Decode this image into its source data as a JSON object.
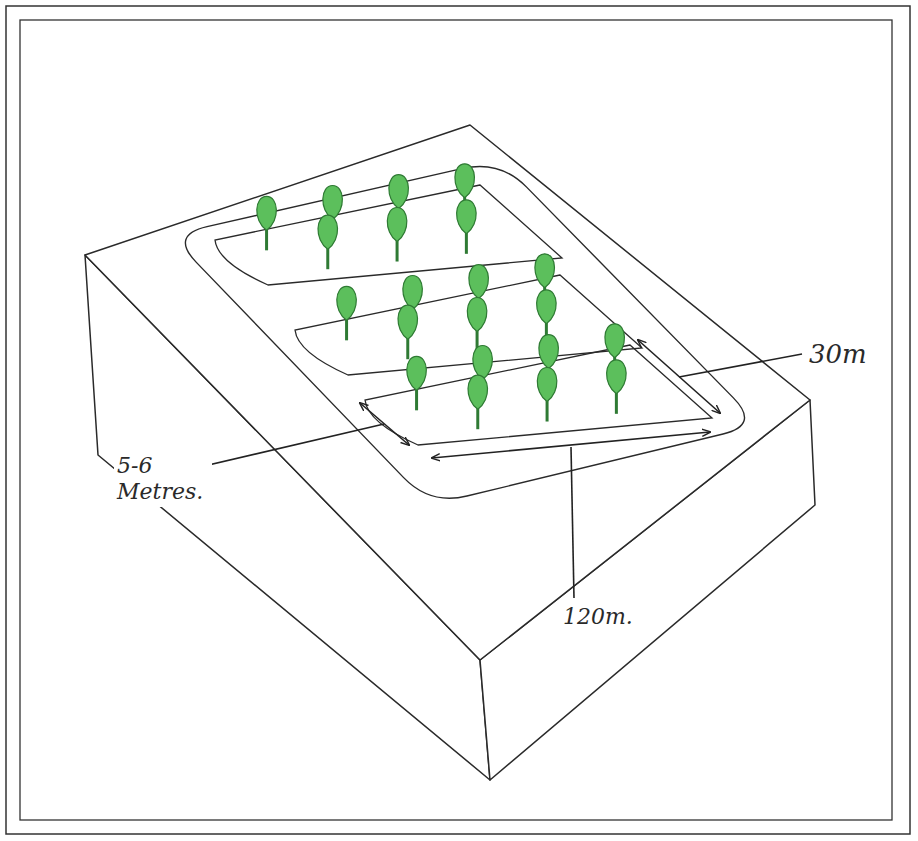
{
  "diagram": {
    "labels": [
      "30m",
      "5-6 Metres.",
      "120m."
    ]
  }
}
